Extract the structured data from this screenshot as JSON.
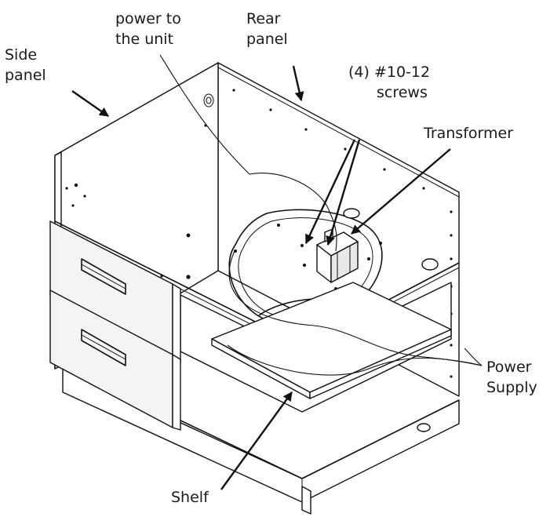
{
  "labels": {
    "side_panel": [
      "Side",
      "panel"
    ],
    "power_to_unit": [
      "power to",
      "the unit"
    ],
    "rear_panel": [
      "Rear",
      "panel"
    ],
    "screws": [
      "(4)  #10-12",
      "screws"
    ],
    "transformer": "Transformer",
    "power_supply": [
      "Power",
      "Supply"
    ],
    "shelf": "Shelf"
  },
  "colors": {
    "line": "#111111",
    "panel_fill": "#ffffff",
    "drawer_fill": "#f4f4f4",
    "background": "#ffffff"
  }
}
